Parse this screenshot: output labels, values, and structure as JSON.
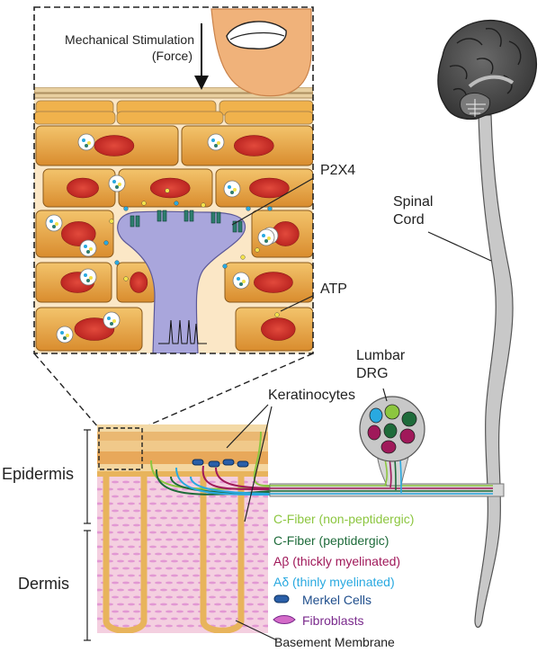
{
  "labels": {
    "mechanical": "Mechanical Stimulation",
    "force": "(Force)",
    "p2x4": "P2X4",
    "atp": "ATP",
    "spinal_line1": "Spinal",
    "spinal_line2": "Cord",
    "lumbar_line1": "Lumbar",
    "lumbar_line2": "DRG",
    "keratinocytes": "Keratinocytes",
    "epidermis": "Epidermis",
    "dermis": "Dermis",
    "basement": "Basement Membrane"
  },
  "legend": [
    {
      "text": "C-Fiber (non-peptidergic)",
      "color": "#8cc63f"
    },
    {
      "text": "C-Fiber (peptidergic)",
      "color": "#1e6b3a"
    },
    {
      "text": "Aβ (thickly myelinated)",
      "color": "#a0195a"
    },
    {
      "text": "Aδ (thinly myelinated)",
      "color": "#29a9e0"
    },
    {
      "text": "Merkel Cells",
      "color": "#1f4e8c",
      "icon": "merkel-cell-icon"
    },
    {
      "text": "Fibroblasts",
      "color": "#7a2a8c",
      "icon": "fibroblast-icon"
    }
  ],
  "colors": {
    "keratinocyte": "#e9a94a",
    "nucleus": "#d9322e",
    "nerve_terminal": "#a9a6dc",
    "receptor": "#2e7d6e",
    "dermis": "#f4cfe0",
    "brain": "#4a4a4a",
    "spinal_cord": "#c8c8c8",
    "drg": "#c8c8c8",
    "finger": "#f0b27a"
  }
}
